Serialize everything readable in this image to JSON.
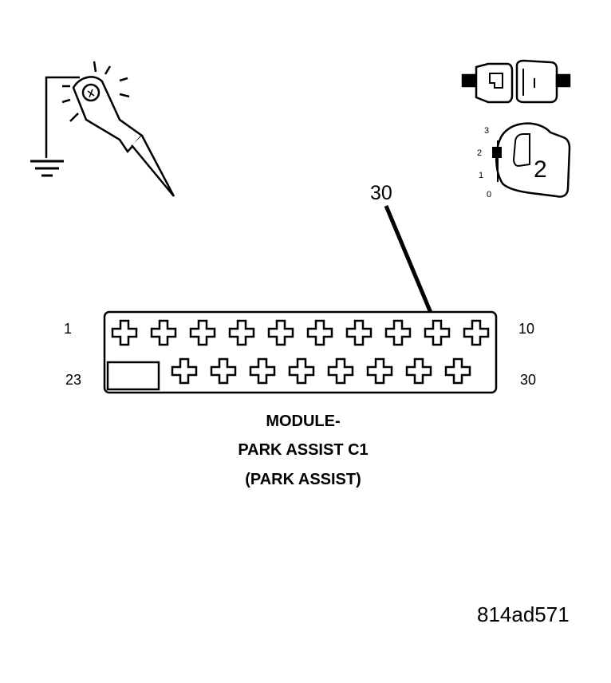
{
  "callout": {
    "number": "30"
  },
  "connector": {
    "pin_label_top_left": "1",
    "pin_label_top_right": "10",
    "pin_label_bottom_left": "23",
    "pin_label_bottom_right": "30"
  },
  "ignition": {
    "position_3": "3",
    "position_2": "2",
    "position_1": "1",
    "position_0": "0",
    "selected_position": "2"
  },
  "caption": {
    "line1": "MODULE-",
    "line2": "PARK ASSIST C1",
    "line3": "(PARK ASSIST)"
  },
  "figure_id": "814ad571",
  "icons": [
    "test-light-probe-icon",
    "ground-symbol-icon",
    "disconnected-connector-icon",
    "ignition-switch-icon"
  ]
}
